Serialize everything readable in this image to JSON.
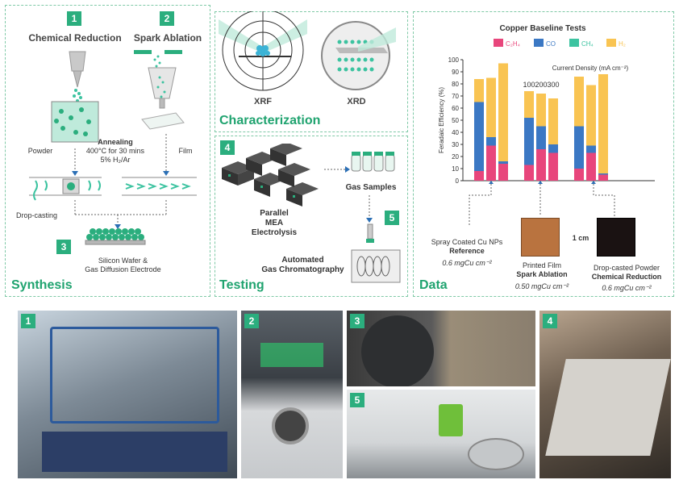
{
  "synthesis": {
    "title": "Synthesis",
    "step1": {
      "num": "1",
      "label": "Chemical Reduction"
    },
    "step2": {
      "num": "2",
      "label": "Spark Ablation"
    },
    "step3": {
      "num": "3",
      "label": "Silicon Wafer &\nGas Diffusion Electrode"
    },
    "powder_label": "Powder",
    "film_label": "Film",
    "annealing_title": "Annealing",
    "annealing_line1": "400°C for 30 mins",
    "annealing_line2": "5% H₂/Ar",
    "dropcasting_label": "Drop-casting"
  },
  "characterization": {
    "title": "Characterization",
    "xrf_label": "XRF",
    "xrd_label": "XRD"
  },
  "testing": {
    "title": "Testing",
    "step4": {
      "num": "4",
      "label": "Parallel\nMEA Electrolysis"
    },
    "step5": {
      "num": "5",
      "label": "Automated\nGas Chromatography"
    },
    "gas_samples_label": "Gas Samples"
  },
  "data": {
    "title": "Data",
    "scale_label": "1 cm",
    "samples": [
      {
        "line1": "Spray Coated Cu NPs",
        "line2": "Reference",
        "line3": "0.6 mgCu cm⁻²"
      },
      {
        "line1": "Printed Film",
        "line2": "Spark Ablation",
        "line3": "0.50 mgCu cm⁻²"
      },
      {
        "line1": "Drop-casted Powder",
        "line2": "Chemical Reduction",
        "line3": "0.6 mgCu cm⁻²"
      }
    ]
  },
  "chart_data": {
    "type": "bar",
    "title": "Copper Baseline Tests",
    "ylabel": "Feradaic Efficiency (%)",
    "ylim": [
      0,
      100
    ],
    "yticks": [
      0,
      10,
      20,
      30,
      40,
      50,
      60,
      70,
      80,
      90,
      100
    ],
    "current_density_label": "Current Density (mA cm⁻²)",
    "current_density_values": [
      "100",
      "200",
      "300"
    ],
    "legend": [
      {
        "name": "C₂H₄",
        "color": "#e8467c"
      },
      {
        "name": "CO",
        "color": "#3b78c4"
      },
      {
        "name": "CH₄",
        "color": "#3cc3a0"
      },
      {
        "name": "H₂",
        "color": "#f9c452"
      }
    ],
    "groups": [
      {
        "name": "Spray Coated Cu NPs",
        "bars": [
          {
            "C2H4": 8,
            "CO": 57,
            "CH4": 0,
            "H2": 19
          },
          {
            "C2H4": 29,
            "CO": 7,
            "CH4": 0,
            "H2": 49
          },
          {
            "C2H4": 14,
            "CO": 2,
            "CH4": 0,
            "H2": 81
          }
        ]
      },
      {
        "name": "Printed Film",
        "bars": [
          {
            "C2H4": 13,
            "CO": 39,
            "CH4": 0,
            "H2": 22
          },
          {
            "C2H4": 26,
            "CO": 19,
            "CH4": 0,
            "H2": 27
          },
          {
            "C2H4": 23,
            "CO": 7,
            "CH4": 0,
            "H2": 38
          }
        ]
      },
      {
        "name": "Drop-casted Powder",
        "bars": [
          {
            "C2H4": 10,
            "CO": 35,
            "CH4": 0,
            "H2": 41
          },
          {
            "C2H4": 23,
            "CO": 6,
            "CH4": 0,
            "H2": 50
          },
          {
            "C2H4": 5,
            "CO": 1,
            "CH4": 0,
            "H2": 82
          }
        ]
      }
    ]
  },
  "photos": [
    {
      "num": "1",
      "bg": "#6d7a86"
    },
    {
      "num": "2",
      "bg": "#4a4f55"
    },
    {
      "num": "3",
      "bg": "#8a8478"
    },
    {
      "num": "5",
      "bg": "#b9bcbd"
    },
    {
      "num": "4",
      "bg": "#7a6a5a"
    }
  ]
}
